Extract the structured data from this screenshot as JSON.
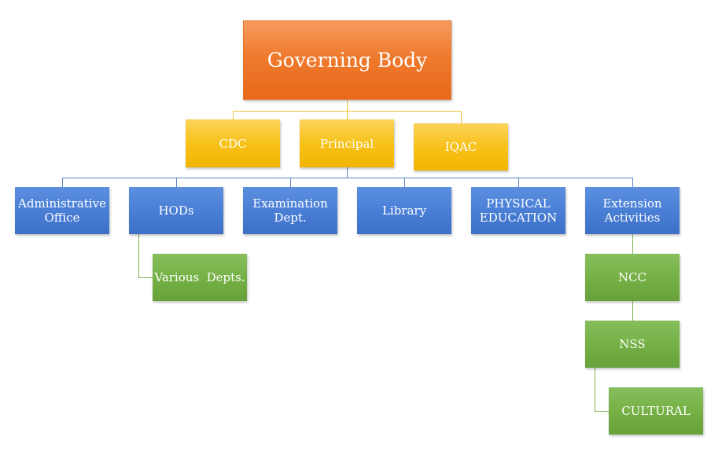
{
  "governing_body": {
    "label": "Governing Body"
  },
  "level2": {
    "cdc": "CDC",
    "principal": "Principal",
    "iqac": "IQAC"
  },
  "level3": {
    "admin_line1": "Administrative",
    "admin_line2": "Office",
    "hods": "HODs",
    "exam_line1": "Examination",
    "exam_line2": "Dept.",
    "library": "Library",
    "pe_line1": "PHYSICAL",
    "pe_line2": "EDUCATION",
    "ext_line1": "Extension",
    "ext_line2": "Activities"
  },
  "level4": {
    "various_depts": "Various  Depts.",
    "ncc": "NCC",
    "nss": "NSS",
    "cultural": "CULTURAL"
  },
  "colors": {
    "top_node": "#ef7a2e",
    "mid_nodes": "#f8c21a",
    "dept_nodes": "#4a7fd6",
    "sub_nodes": "#76b146",
    "connector_gold": "#f2c23a",
    "connector_blue": "#5b84c8",
    "connector_green": "#7fb356"
  }
}
